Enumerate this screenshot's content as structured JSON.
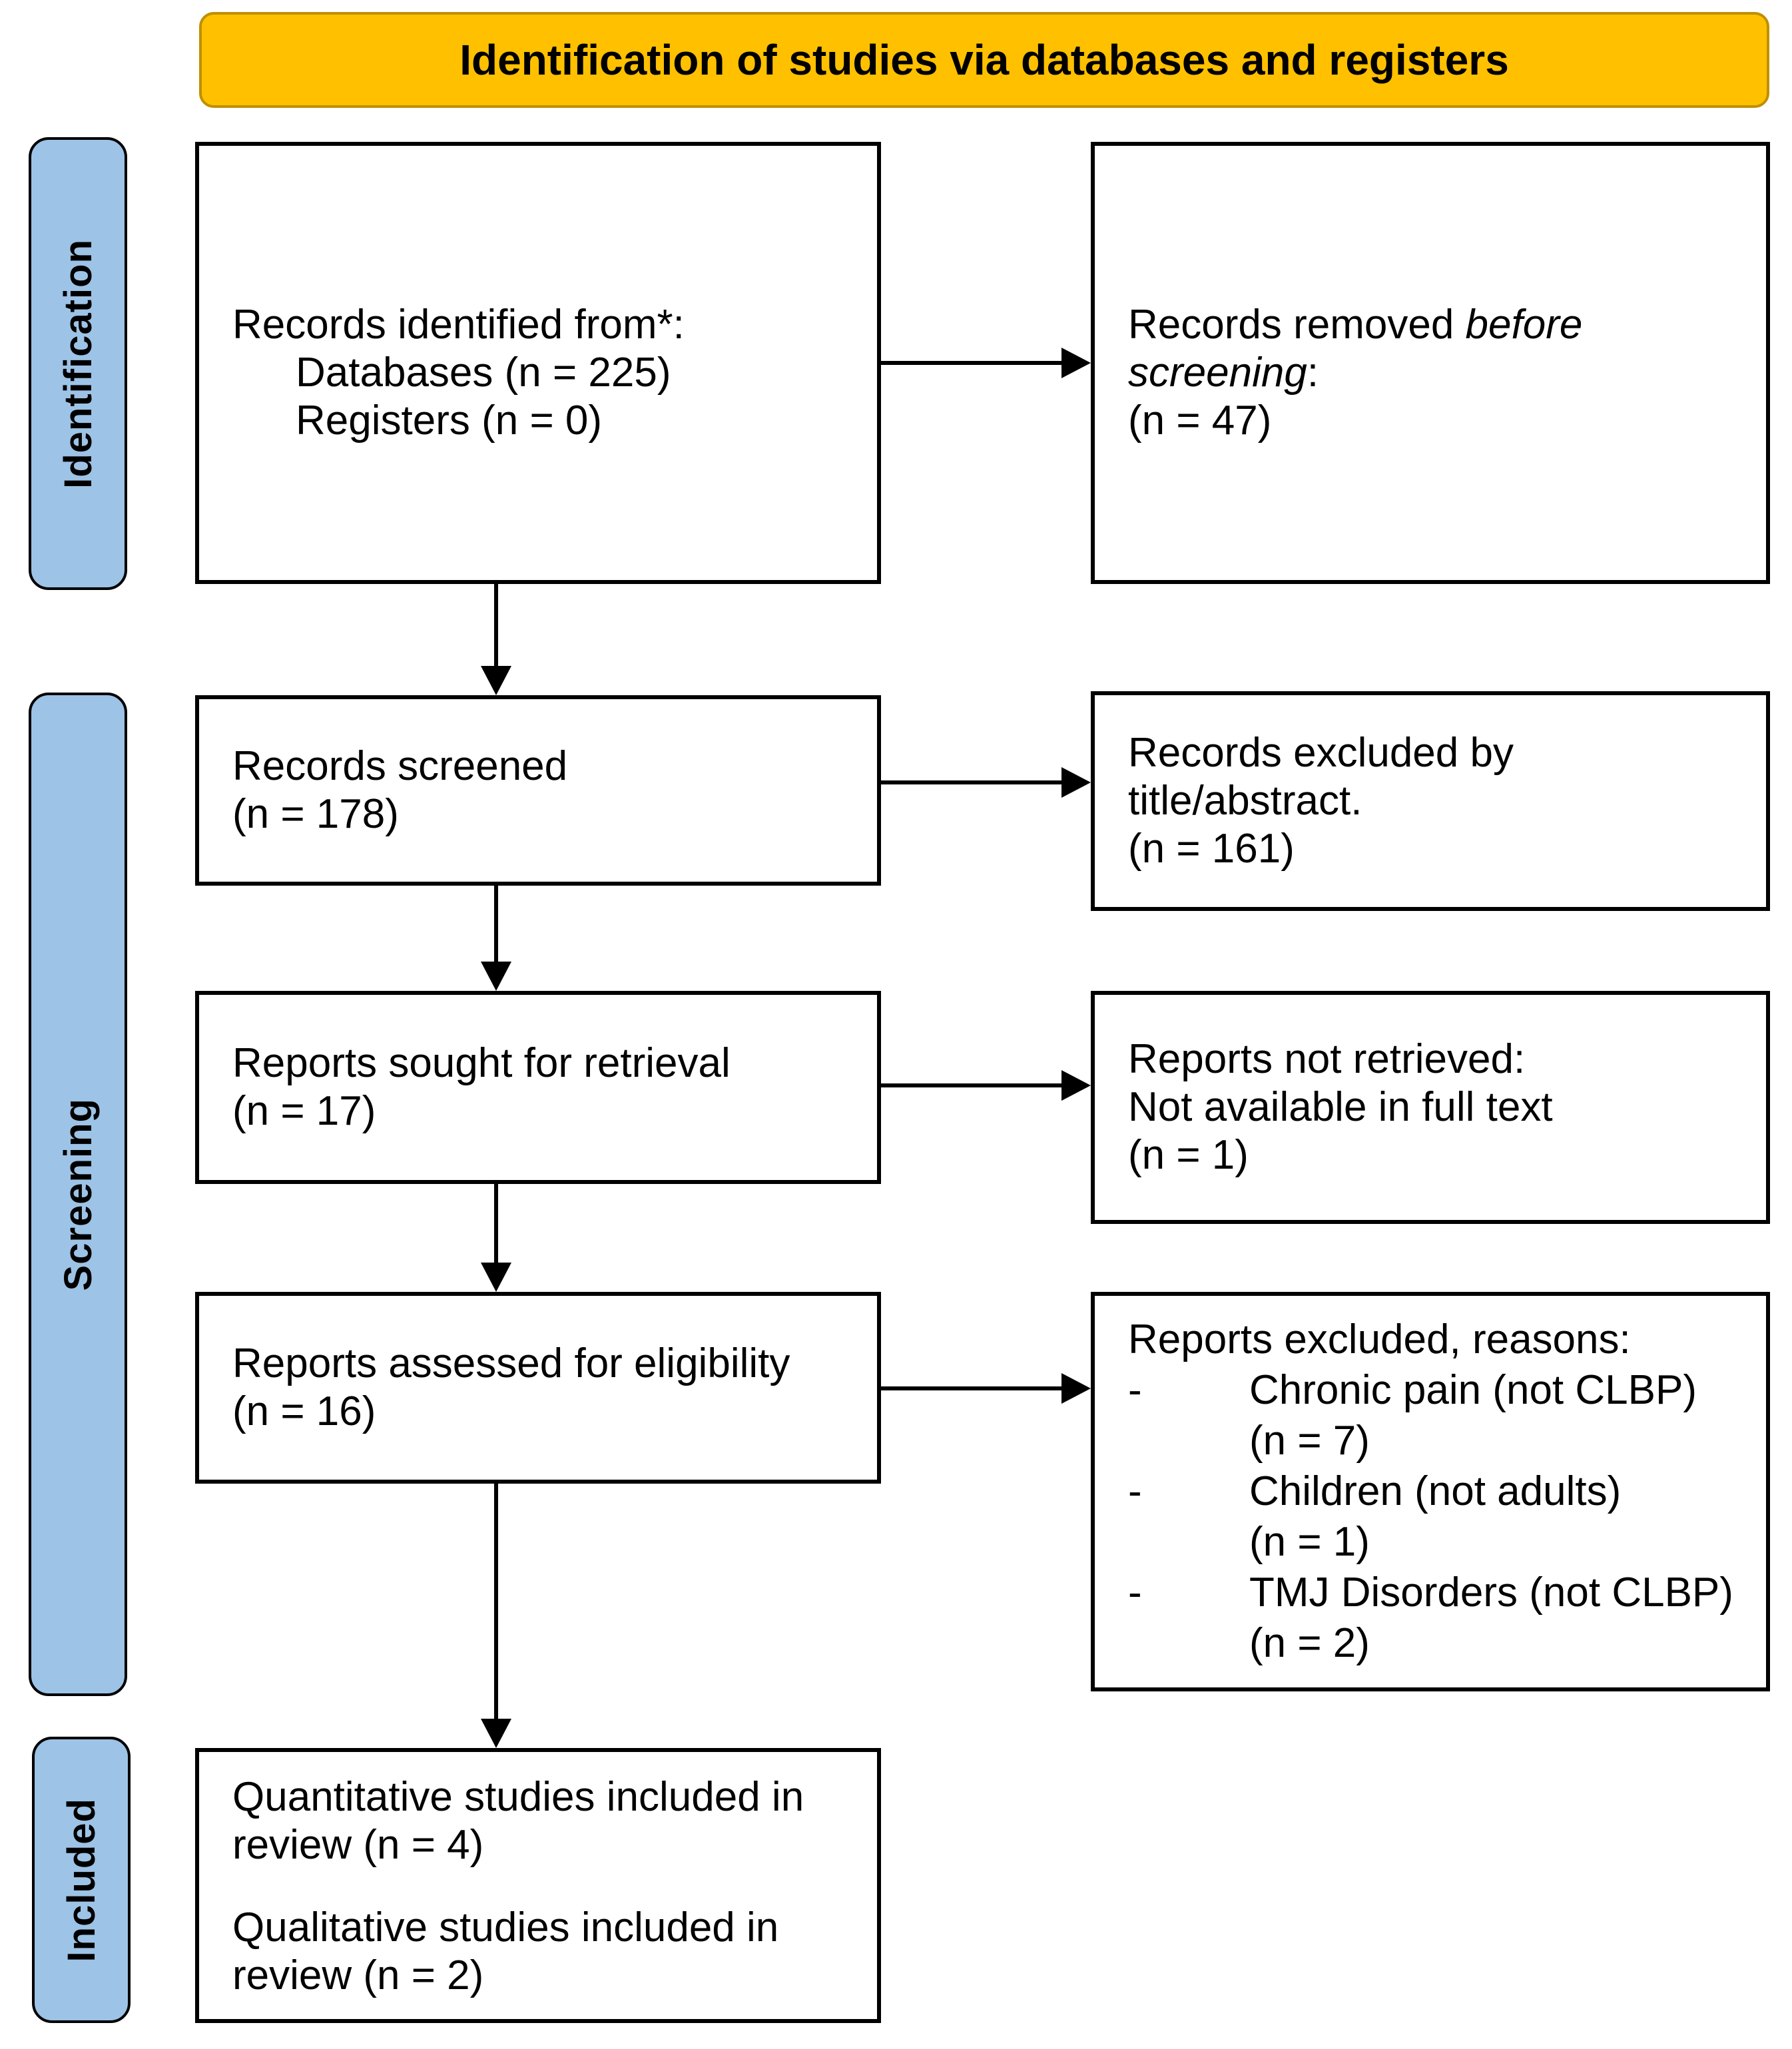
{
  "header": {
    "title": "Identification of studies via databases and registers"
  },
  "sidebar": {
    "identification": "Identification",
    "screening": "Screening",
    "included": "Included"
  },
  "boxes": {
    "records_identified": {
      "title": "Records identified from*:",
      "sub1": "Databases (n = 225)",
      "sub2": "Registers (n = 0)"
    },
    "records_removed": {
      "normal1": "Records removed ",
      "italic1": "before",
      "italic2": "screening",
      "normal2": ":",
      "n": "(n = 47)"
    },
    "records_screened": {
      "line1": "Records screened",
      "n": "(n = 178)"
    },
    "records_excluded": {
      "line1": "Records excluded by",
      "line2": "title/abstract.",
      "n": "(n = 161)"
    },
    "reports_sought": {
      "line1": "Reports sought for retrieval",
      "n": "(n = 17)"
    },
    "reports_not_retrieved": {
      "line1": "Reports not retrieved:",
      "line2": "Not available in full text",
      "n": "(n = 1)"
    },
    "reports_assessed": {
      "line1": "Reports assessed for eligibility",
      "n": "(n = 16)"
    },
    "reports_excluded": {
      "title": "Reports excluded, reasons:",
      "bullet": "-",
      "items": [
        {
          "label": "Chronic pain (not CLBP)",
          "n": "(n = 7)"
        },
        {
          "label": "Children (not adults)",
          "n": "(n = 1)"
        },
        {
          "label": "TMJ Disorders (not CLBP)",
          "n": "(n = 2)"
        }
      ]
    },
    "included_studies": {
      "quant_line1": "Quantitative studies included in",
      "quant_line2": "review (n = 4)",
      "qual_line1": "Qualitative studies included in",
      "qual_line2": "review (n = 2)"
    }
  },
  "colors": {
    "header_bg": "#FFC000",
    "header_border": "#BF9000",
    "stage_bg": "#9DC3E6",
    "box_border": "#000000"
  }
}
